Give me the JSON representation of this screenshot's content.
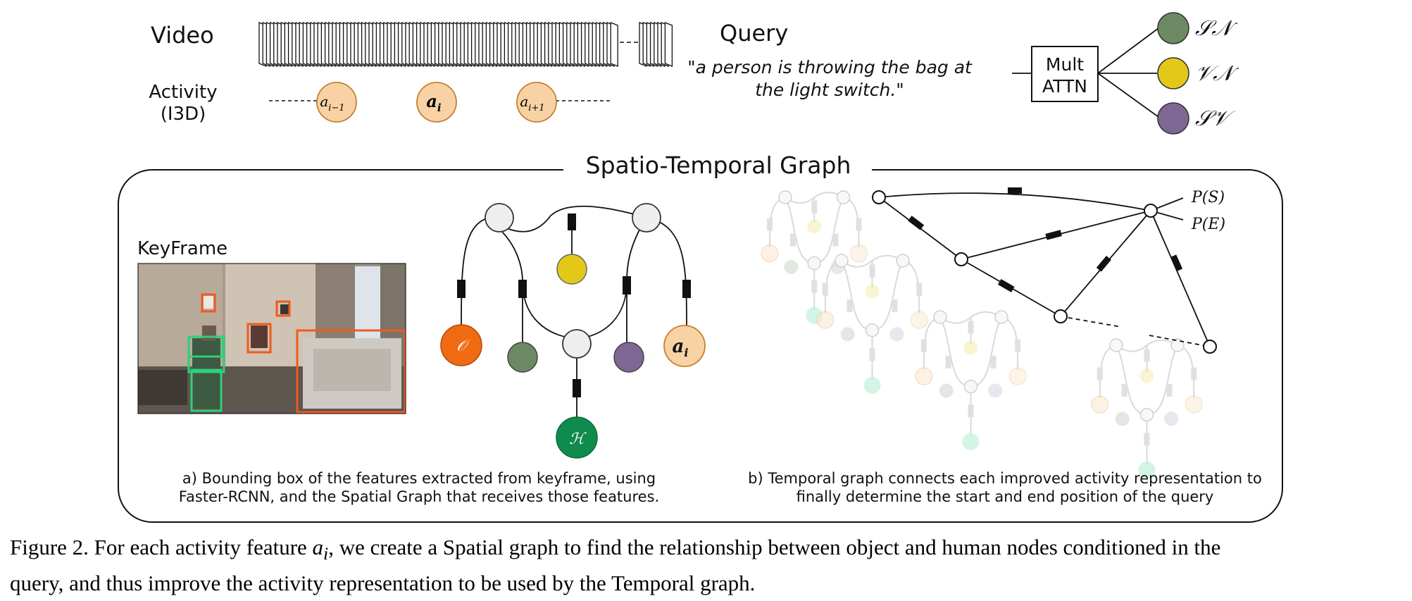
{
  "top": {
    "video_label": "Video",
    "activity_label_line1": "Activity",
    "activity_label_line2": "(I3D)",
    "activity_nodes": [
      "a",
      "a",
      "a"
    ],
    "activity_subscripts": [
      "i−1",
      "i",
      "i+1"
    ],
    "query_label": "Query",
    "query_text_line1": "\"a person is throwing the bag at",
    "query_text_line2": "the light switch.\"",
    "attn_line1": "Mult",
    "attn_line2": "ATTN",
    "outputs": [
      {
        "label": "𝒮𝒩",
        "color": "#6b8a63"
      },
      {
        "label": "𝒱𝒩",
        "color": "#e3c81a"
      },
      {
        "label": "𝒮𝒱",
        "color": "#7d6894"
      }
    ]
  },
  "graph_panel": {
    "title": "Spatio-Temporal Graph",
    "keyframe_label": "KeyFrame",
    "spatial_nodes": {
      "object": "𝒪",
      "human": "ℋ",
      "activity": "a",
      "activity_sub": "i"
    },
    "temporal_labels": [
      "P(S)",
      "P(E)"
    ],
    "caption_a_line1": "a) Bounding box of the features extracted from keyframe, using",
    "caption_a_line2": "Faster-RCNN, and the Spatial Graph that receives those features.",
    "caption_b_line1": "b) Temporal graph connects each improved activity representation to",
    "caption_b_line2": "finally determine the start and end position of the query"
  },
  "colors": {
    "activity_fill": "#f8d2a4",
    "activity_stroke": "#c77f2e",
    "object": "#f06a12",
    "human": "#0f8b4e",
    "gray_node": "#eeeeee",
    "green_node": "#6b8a63",
    "yellow_node": "#e3c81a",
    "purple_node": "#7d6894",
    "bbox_orange": "#f05a1c",
    "bbox_green": "#2fcf79"
  },
  "figure_caption": {
    "prefix": "Figure 2. For each activity feature ",
    "var": "a",
    "var_sub": "i",
    "rest_line1": ", we create a Spatial graph to find the relationship between object and human nodes conditioned in the",
    "line2": "query, and thus improve the activity representation to be used by the Temporal graph."
  }
}
